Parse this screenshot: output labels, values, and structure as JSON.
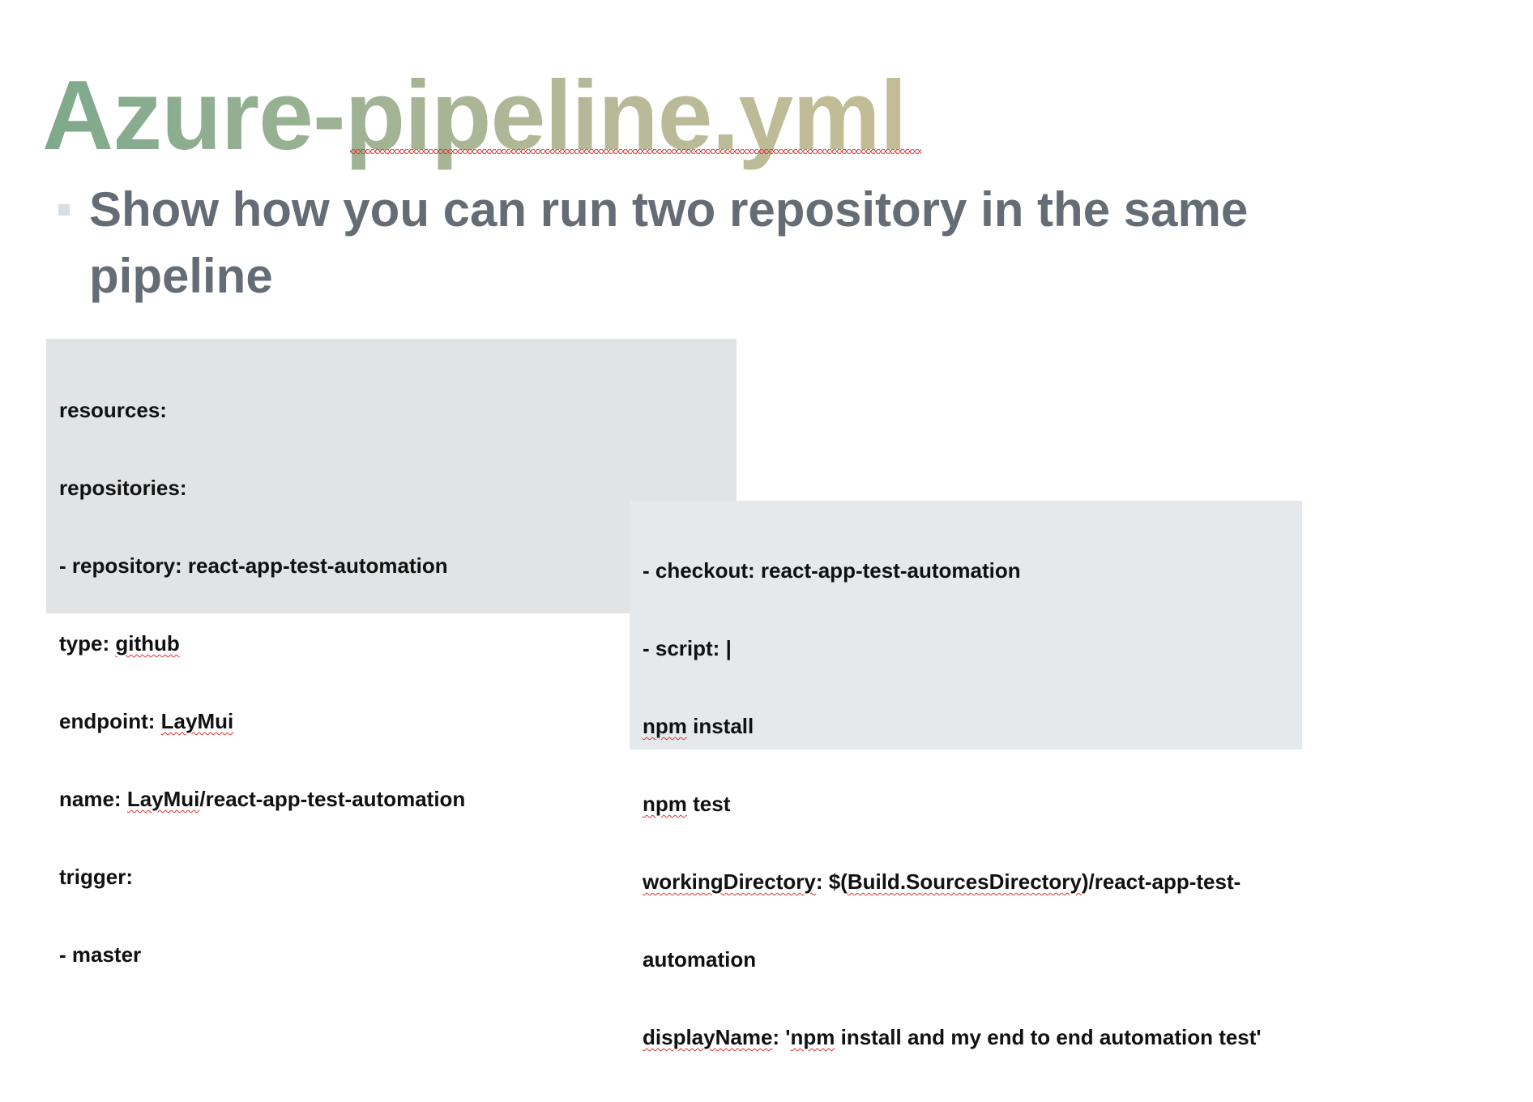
{
  "slide": {
    "title": "Azure-pipeline.yml",
    "bullet": "Show how you can run two repository in the same pipeline",
    "colors": {
      "title_gradient_start": "#7ea98c",
      "title_gradient_end": "#c3bd96",
      "bullet_text": "#646c76",
      "code_box_left_bg": "#e2e3e5",
      "code_box_right_bg": "#e5e9ec",
      "spellcheck_underline": "#e03030"
    }
  },
  "code_left": {
    "lines": [
      {
        "text": "resources:"
      },
      {
        "text": "repositories:"
      },
      {
        "text": "- repository: react-app-test-automation"
      },
      {
        "pre": "type: ",
        "flag": "github",
        "post": ""
      },
      {
        "pre": "endpoint: ",
        "flag": "LayMui",
        "post": ""
      },
      {
        "pre": "name: ",
        "flag": "LayMui",
        "post": "/react-app-test-automation"
      },
      {
        "text": "trigger:"
      },
      {
        "text": "- master"
      }
    ]
  },
  "code_right": {
    "lines": [
      {
        "text": "- checkout: react-app-test-automation"
      },
      {
        "text": "- script: |"
      },
      {
        "pre": "",
        "flag": "npm",
        "post": " install"
      },
      {
        "pre": "",
        "flag": "npm",
        "post": " test"
      },
      {
        "pre": "",
        "flag": "workingDirectory",
        "post": ": $(",
        "flag2": "Build.SourcesDirectory",
        "post2": ")/react-app-test-"
      },
      {
        "text": "automation"
      },
      {
        "pre": "",
        "flag": "displayName",
        "post": ": '",
        "flag2": "npm",
        "post2": " install and my end to end automation test'"
      }
    ]
  }
}
